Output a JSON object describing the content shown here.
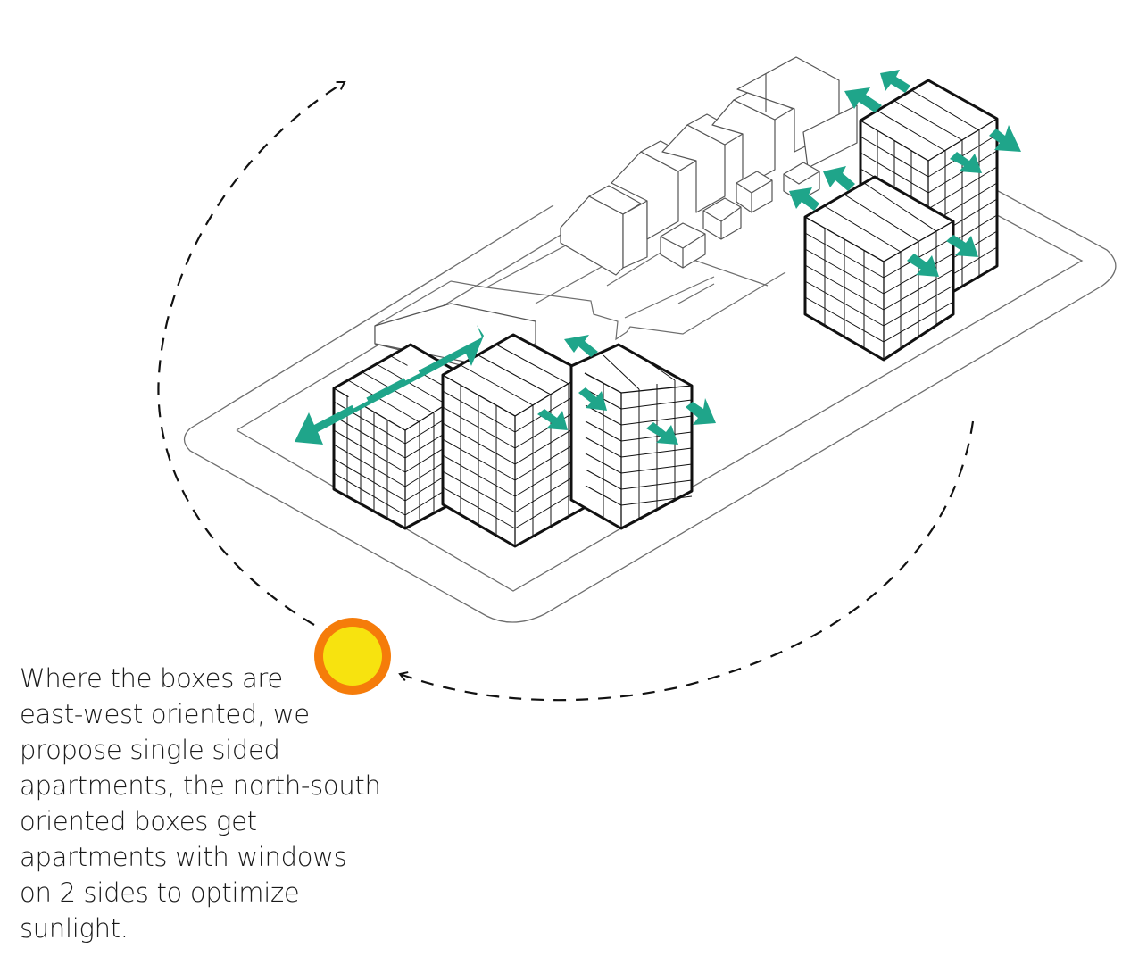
{
  "caption": {
    "lines": [
      "Where the boxes are",
      "east-west oriented, we",
      "propose single sided",
      "apartments, the north-south",
      "oriented boxes get",
      "apartments with windows",
      "on 2 sides to optimize",
      "sunlight."
    ]
  },
  "colors": {
    "arrow": "#1fa58a",
    "sun_fill": "#f7e30f",
    "sun_ring": "#f57c0a",
    "line": "#111111",
    "context_line": "#6e6e6e"
  },
  "icons": {
    "sun": "sun-icon",
    "sun_path": "dashed-arc-arrow",
    "window_orientation": "double-arrow"
  }
}
